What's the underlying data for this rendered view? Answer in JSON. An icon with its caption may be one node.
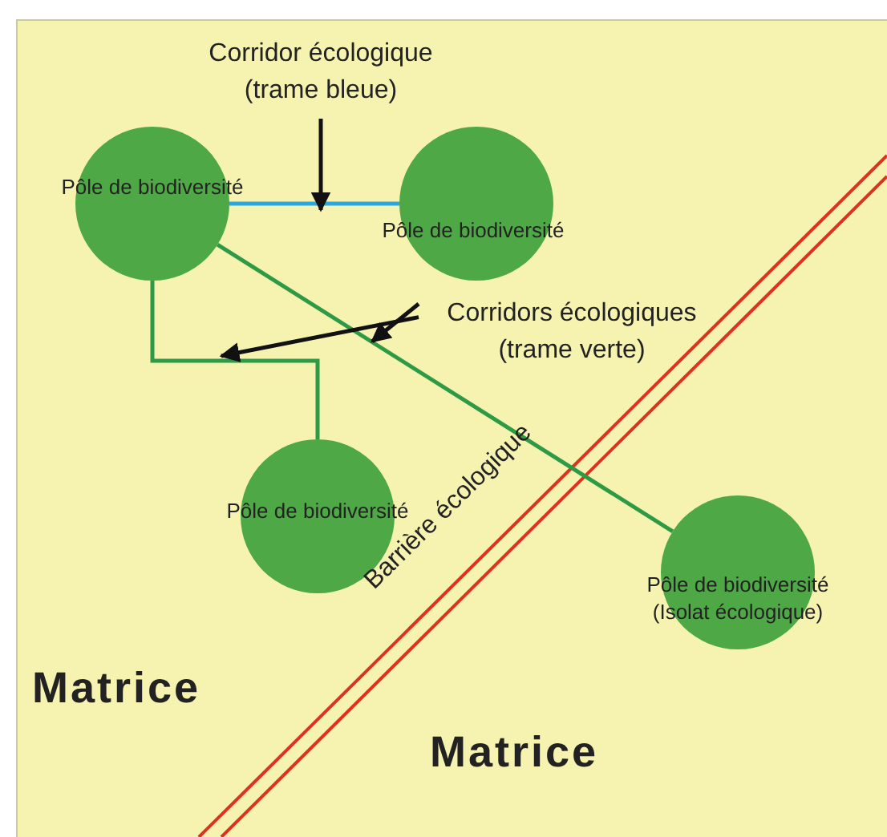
{
  "diagram": {
    "nodes": [
      {
        "text": [
          "Corridor écologique (trame bleue)"
        ]
      },
      {
        "text": [
          "Pôle de biodiversité"
        ]
      },
      {
        "text": [
          "Pôle de biodiversité"
        ]
      },
      {
        "text": [
          "Corridors écologiques (trame verte)"
        ]
      },
      {
        "text": [
          "Pôle de biodiversité"
        ]
      },
      {
        "text": [
          "Pôle de biodiversité (Isolat écologique)"
        ]
      }
    ],
    "edges": [
      {
        "from": 1,
        "to": 2,
        "arrow": "none",
        "color": "#2aa7df"
      },
      {
        "from": 1,
        "to": 4,
        "arrow": "none",
        "color": "#2e9a45"
      },
      {
        "from": 1,
        "to": 5,
        "arrow": "none",
        "color": "#2e9a45"
      },
      {
        "from": 0,
        "to": null,
        "arrow": "to"
      },
      {
        "from": 3,
        "to": null,
        "arrow": "to"
      },
      {
        "from": 3,
        "to": null,
        "arrow": "to"
      }
    ],
    "labels": [
      "Barrière écologique",
      "Matrice",
      "Matrice"
    ]
  }
}
